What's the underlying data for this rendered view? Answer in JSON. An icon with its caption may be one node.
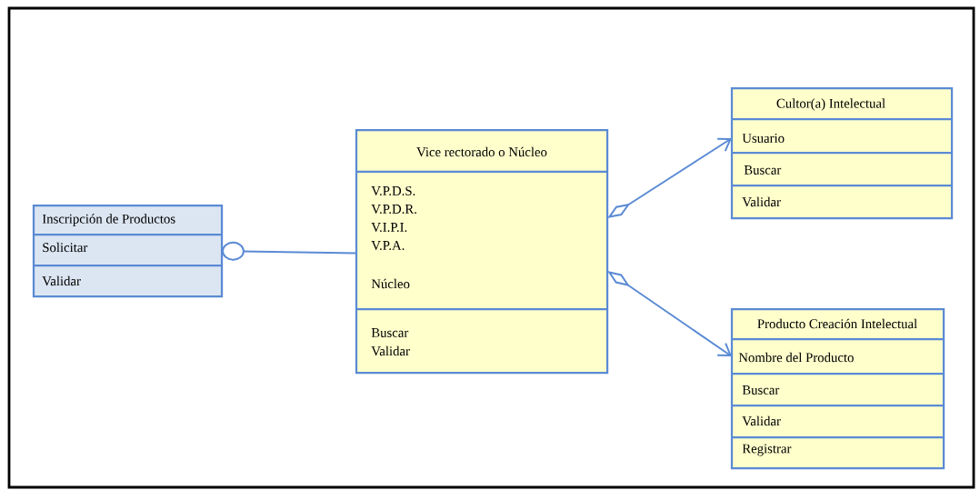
{
  "diagram": {
    "nodes": [
      {
        "text": [
          "Inscripción de Productos",
          "Solicitar",
          "Validar"
        ]
      },
      {
        "text": [
          "Vice rectorado o Núcleo",
          "V.P.D.S.",
          "V.P.D.R.",
          "V.I.P.I.",
          "V.P.A.",
          "Núcleo",
          "Buscar",
          "Validar"
        ]
      },
      {
        "text": [
          "Cultor(a) Intelectual",
          "Usuario",
          "Buscar",
          "Validar"
        ]
      },
      {
        "text": [
          "Producto Creación Intelectual",
          "Nombre del Producto",
          "Buscar",
          "Validar",
          "Registrar"
        ]
      }
    ],
    "edges": [
      {
        "from": 0,
        "to": 1,
        "arrow": "other"
      },
      {
        "from": 1,
        "to": 2,
        "arrow": "to"
      },
      {
        "from": 1,
        "to": 3,
        "arrow": "to"
      }
    ]
  }
}
